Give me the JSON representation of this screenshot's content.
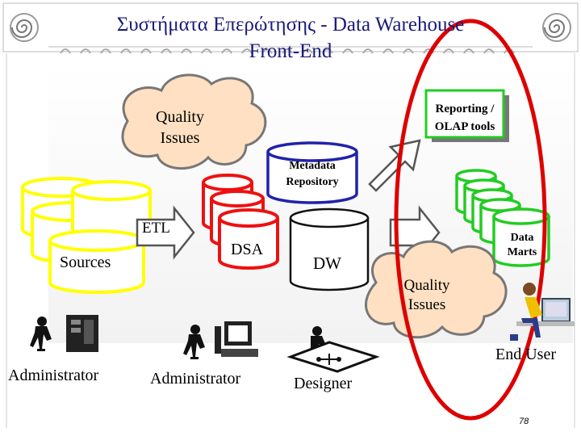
{
  "slide": {
    "title_line1": "Συστήματα Επερώτησης - Data Warehouse",
    "title_line2": "Front-End",
    "page_number": "78"
  },
  "diagram": {
    "quality_issues_top": [
      "Quality",
      "Issues"
    ],
    "reporting": [
      "Reporting /",
      "OLAP tools"
    ],
    "metadata": [
      "Metadata",
      "Repository"
    ],
    "etl": "ETL",
    "sources": "Sources",
    "dsa": "DSA",
    "dw": "DW",
    "data_marts": [
      "Data",
      "Marts"
    ],
    "quality_issues_bottom": [
      "Quality",
      "Issues"
    ],
    "roles": {
      "admin_sources": "Administrator",
      "admin_dsa": "Administrator",
      "designer": "Designer",
      "end_user": "End User"
    }
  },
  "colors": {
    "title": "#1a1a7a",
    "sources": "#ffff00",
    "dsa": "#ee1111",
    "metadata": "#2222aa",
    "data_marts": "#22cc22",
    "cloud": "#ffe0c2",
    "highlight_ellipse": "#dd0000"
  }
}
